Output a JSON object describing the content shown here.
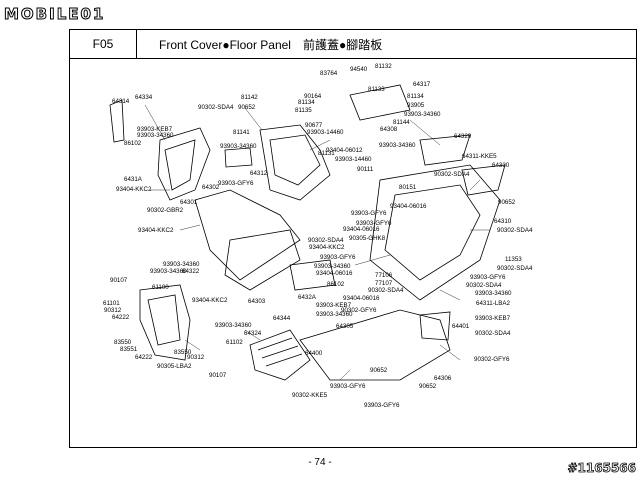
{
  "logo": "MOBILE01",
  "header": {
    "code": "F05",
    "title": "Front Cover●Floor Panel　前護蓋●腳踏板"
  },
  "page_number": "- 74 -",
  "watermark": "#1165566",
  "part_labels": [
    "64314",
    "64334",
    "93903-KEB7",
    "93903-34360",
    "86102",
    "6431A",
    "93404-KKC2",
    "90302-SDA4",
    "90652",
    "81142",
    "90164",
    "81134",
    "81135",
    "81141",
    "90677",
    "93903-14460",
    "93903-34360",
    "64312",
    "93903-GFY6",
    "64302",
    "64301",
    "90302-GBR2",
    "93404-KKC2",
    "81131",
    "93404-06012",
    "93903-14460",
    "90111",
    "83764",
    "94540",
    "81132",
    "64317",
    "81133",
    "81134",
    "93905",
    "93903-34360",
    "81144",
    "64308",
    "93903-34360",
    "64320",
    "64311-KKE5",
    "64330",
    "90302-SDA4",
    "80151",
    "90652",
    "93404-06016",
    "93903-GFY6",
    "93903-GFY6",
    "93404-06016",
    "90302-SDA4",
    "90305-GHK8",
    "64310",
    "90302-SDA4",
    "11353",
    "90302-SDA4",
    "93404-KKC2",
    "93903-GFY6",
    "93903-34360",
    "93404-06016",
    "77106",
    "77107",
    "90302-SDA4",
    "93404-06016",
    "93903-GFY6",
    "90302-SDA4",
    "93903-34360",
    "64311-LBA2",
    "93903-34360",
    "64322",
    "93903-34360",
    "90107",
    "61100",
    "61101",
    "90312",
    "64222",
    "93404-KKC2",
    "86102",
    "6432A",
    "93903-KEB7",
    "90302-GFY6",
    "93903-34360",
    "64303",
    "64344",
    "93903-KEB7",
    "64401",
    "90302-SDA4",
    "93903-34360",
    "64324",
    "61102",
    "64305",
    "83550",
    "83551",
    "64222",
    "83550",
    "90312",
    "90305-LBA2",
    "90107",
    "64400",
    "90302-GFY6",
    "90652",
    "64306",
    "93903-GFY6",
    "90652",
    "93903-GFY6",
    "90302-KKE5"
  ]
}
